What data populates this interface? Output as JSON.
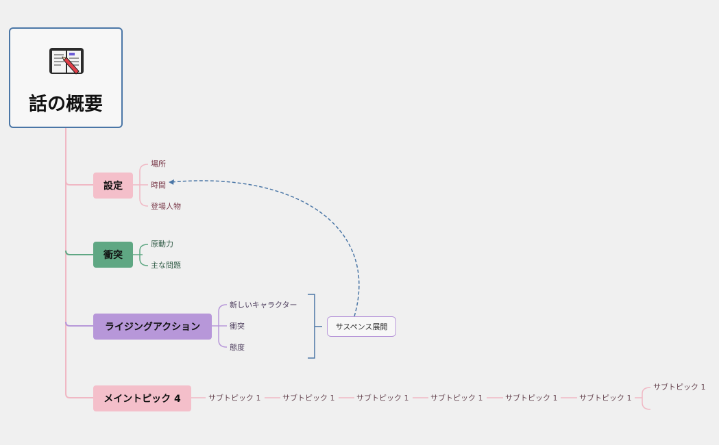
{
  "root": {
    "title": "話の概要",
    "icon": "open-book-pencil-icon"
  },
  "topics": [
    {
      "label": "設定",
      "color": "#f4bfca",
      "subtopics": [
        "場所",
        "時間",
        "登場人物"
      ]
    },
    {
      "label": "衝突",
      "color": "#5fa783",
      "subtopics": [
        "原動力",
        "主な問題"
      ]
    },
    {
      "label": "ライジングアクション",
      "color": "#b797d9",
      "subtopics": [
        "新しいキャラクター",
        "衝突",
        "態度"
      ]
    },
    {
      "label": "メイントピック 4",
      "color": "#f4bfca",
      "subtopics": [
        "サブトピック 1",
        "サブトピック 1",
        "サブトピック 1",
        "サブトピック 1",
        "サブトピック 1",
        "サブトピック 1",
        "サブトピック 1"
      ]
    }
  ],
  "summary": {
    "label": "サスペンス展開"
  },
  "colors": {
    "connector_pink": "#f0b8c4",
    "connector_green": "#5fa783",
    "connector_purple": "#b797d9",
    "bracket_blue": "#4a76a6",
    "relation_dash": "#4a76a6"
  }
}
